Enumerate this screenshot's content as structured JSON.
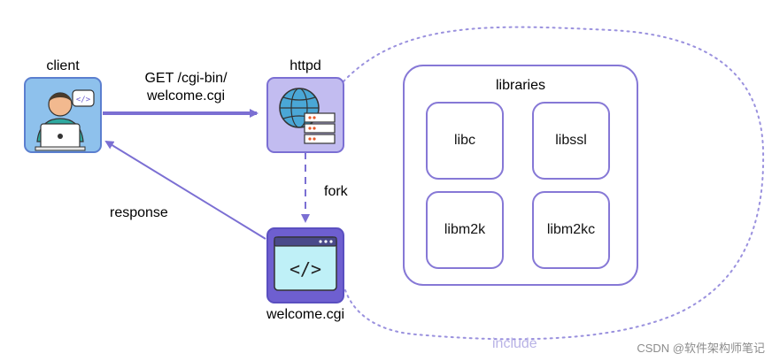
{
  "nodes": {
    "client": {
      "label": "client"
    },
    "httpd": {
      "label": "httpd"
    },
    "cgi": {
      "label": "welcome.cgi"
    }
  },
  "edges": {
    "request": {
      "line1": "GET /cgi-bin/",
      "line2": "welcome.cgi"
    },
    "fork": {
      "label": "fork"
    },
    "response": {
      "label": "response"
    },
    "include": {
      "label": "include"
    }
  },
  "libraries": {
    "title": "libraries",
    "items": [
      "libc",
      "libssl",
      "libm2k",
      "libm2kc"
    ]
  },
  "watermark": "CSDN @软件架构师笔记",
  "colors": {
    "accent": "#7b6fd3",
    "lilac_fill": "#c2bcf0",
    "sky_fill": "#8ec1ec",
    "cgi_fill": "#6e5fd0",
    "border_dark": "#5a4fc0",
    "dotted": "#9a91de"
  }
}
